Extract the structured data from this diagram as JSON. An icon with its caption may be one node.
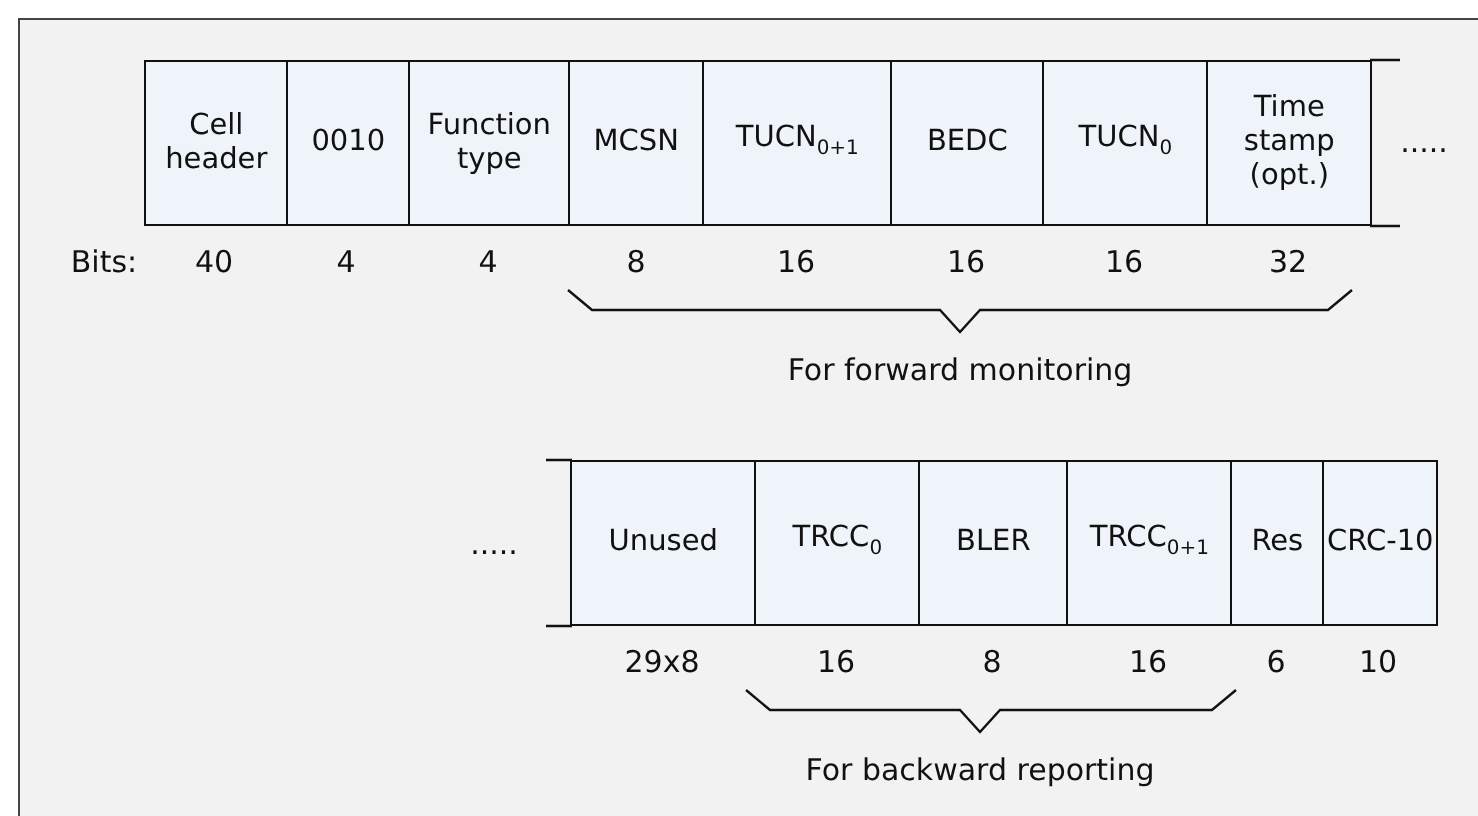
{
  "diagram": {
    "nodes": [
      {
        "text": [
          "Cell header"
        ]
      },
      {
        "text": [
          "0010"
        ]
      },
      {
        "text": [
          "Function type"
        ]
      },
      {
        "text": [
          "MCSN"
        ]
      },
      {
        "text": [
          "TUCN$_{0+1}$"
        ]
      },
      {
        "text": [
          "BEDC"
        ]
      },
      {
        "text": [
          "TUCN$_{0}$"
        ]
      },
      {
        "text": [
          "Time stamp (opt.)"
        ]
      },
      {
        "text": [
          "Unused"
        ]
      },
      {
        "text": [
          "TRCC$_{0}$"
        ]
      },
      {
        "text": [
          "BLER"
        ]
      },
      {
        "text": [
          "TRCC$_{0+1}$"
        ]
      },
      {
        "text": [
          "Res"
        ]
      },
      {
        "text": [
          "CRC-10"
        ]
      }
    ],
    "labels": [
      ".....",
      "Bits:",
      "40",
      "4",
      "4",
      "8",
      "16",
      "16",
      "16",
      "32",
      "For forward monitoring",
      ".....",
      "29x8",
      "16",
      "8",
      "16",
      "6",
      "10",
      "For backward reporting"
    ]
  }
}
